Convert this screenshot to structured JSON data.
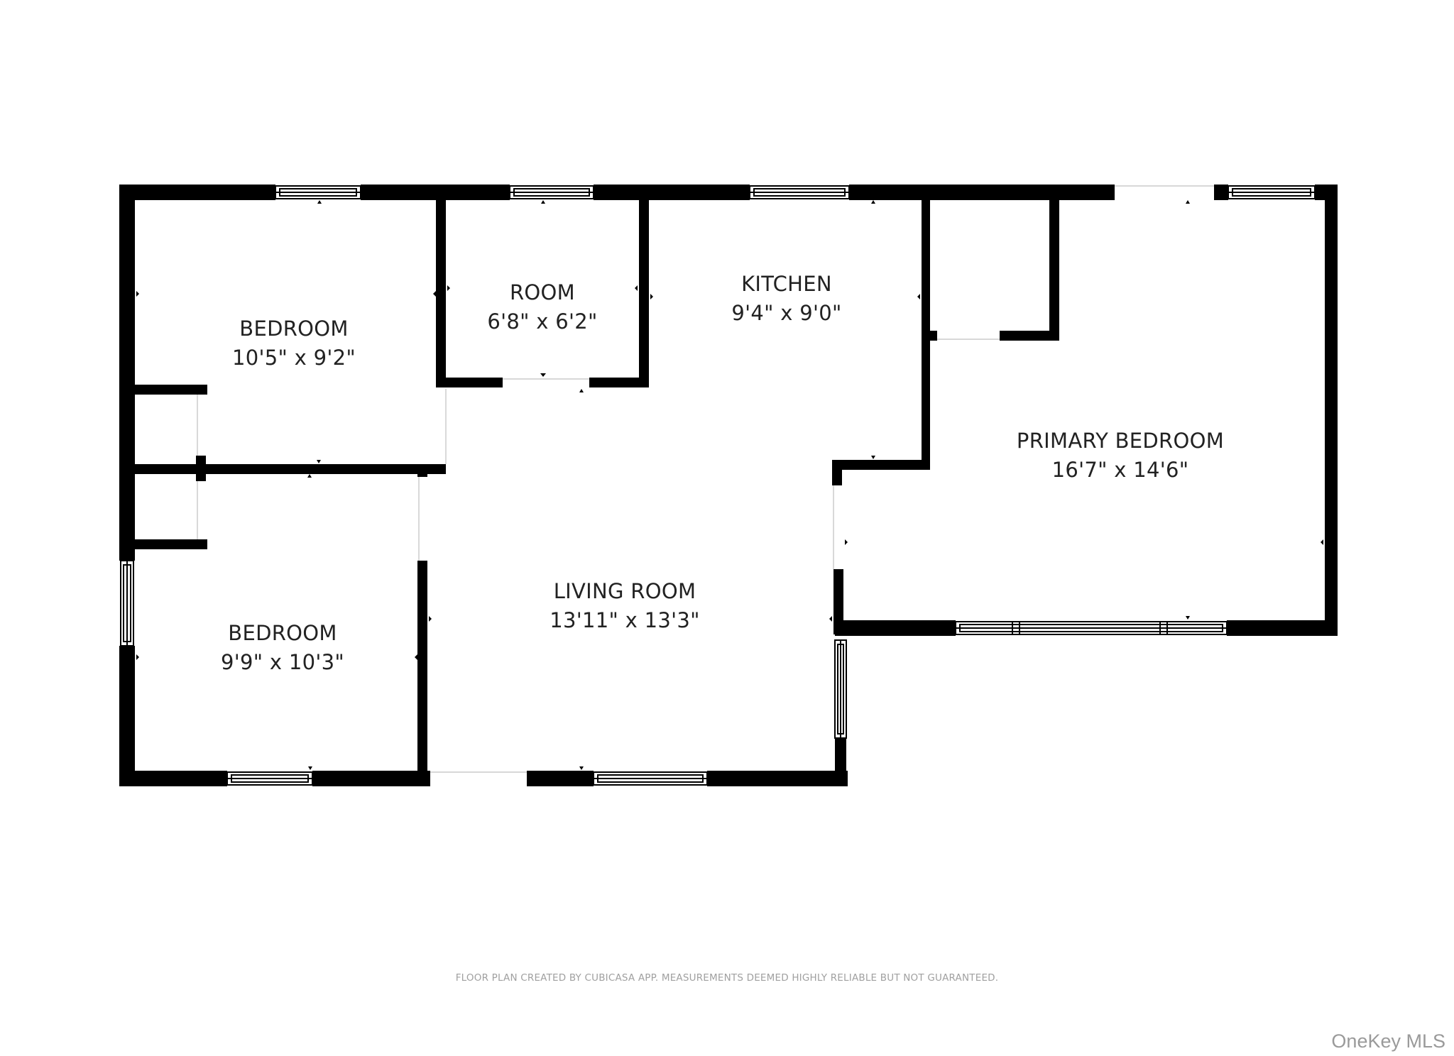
{
  "rooms": {
    "bedroom_1": {
      "name": "BEDROOM",
      "size": "10'5\" x 9'2\""
    },
    "room": {
      "name": "ROOM",
      "size": "6'8\" x 6'2\""
    },
    "kitchen": {
      "name": "KITCHEN",
      "size": "9'4\" x 9'0\""
    },
    "primary_bedroom": {
      "name": "PRIMARY BEDROOM",
      "size": "16'7\" x 14'6\""
    },
    "bedroom_2": {
      "name": "BEDROOM",
      "size": "9'9\" x 10'3\""
    },
    "living_room": {
      "name": "LIVING ROOM",
      "size": "13'11\" x 13'3\""
    }
  },
  "footer": {
    "disclaimer": "FLOOR PLAN CREATED BY CUBICASA APP. MEASUREMENTS DEEMED HIGHLY RELIABLE BUT NOT GUARANTEED.",
    "brand": "OneKey MLS"
  },
  "colors": {
    "wall": "#000000",
    "background": "#ffffff",
    "window": "#ffffff",
    "text": "#222222",
    "footer_text": "#a0a0a0"
  }
}
